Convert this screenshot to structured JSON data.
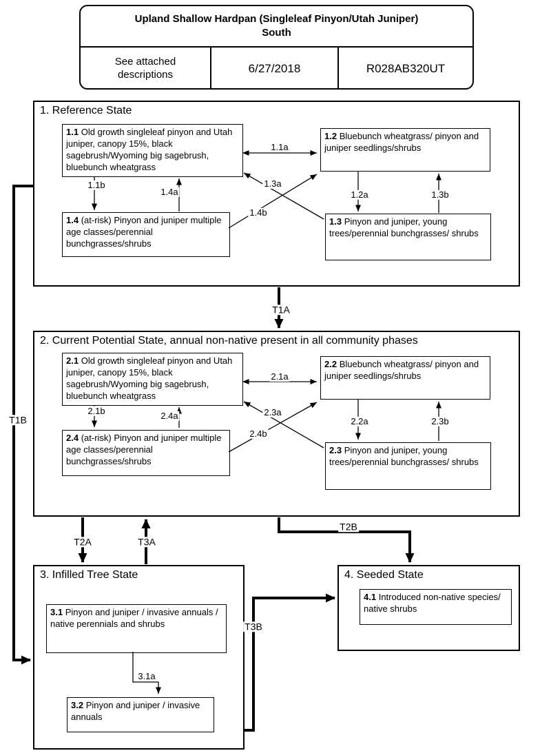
{
  "header": {
    "title_line1": "Upland Shallow Hardpan (Singleleaf Pinyon/Utah Juniper)",
    "title_line2": "South",
    "description_cell": "See attached descriptions",
    "date": "6/27/2018",
    "site_code": "R028AB320UT"
  },
  "states": {
    "s1": {
      "title": "1. Reference State",
      "nodes": {
        "n11": {
          "id": "1.1",
          "text": "Old growth singleleaf pinyon and Utah juniper, canopy 15%, black sagebrush/Wyoming big sagebrush, bluebunch wheatgrass"
        },
        "n12": {
          "id": "1.2",
          "text": "Bluebunch wheatgrass/ pinyon and juniper seedlings/shrubs"
        },
        "n13": {
          "id": "1.3",
          "text": "Pinyon and juniper, young trees/perennial bunchgrasses/ shrubs"
        },
        "n14": {
          "id": "1.4",
          "text": "(at-risk) Pinyon and juniper multiple age classes/perennial bunchgrasses/shrubs"
        }
      },
      "pathways": {
        "p11a": "1.1a",
        "p11b": "1.1b",
        "p12a": "1.2a",
        "p13a": "1.3a",
        "p13b": "1.3b",
        "p14a": "1.4a",
        "p14b": "1.4b"
      }
    },
    "s2": {
      "title": "2. Current Potential State, annual non-native present in all community phases",
      "nodes": {
        "n21": {
          "id": "2.1",
          "text": "Old growth singleleaf pinyon and Utah juniper, canopy 15%, black sagebrush/Wyoming big sagebrush, bluebunch wheatgrass"
        },
        "n22": {
          "id": "2.2",
          "text": "Bluebunch wheatgrass/ pinyon and juniper seedlings/shrubs"
        },
        "n23": {
          "id": "2.3",
          "text": "Pinyon and juniper, young trees/perennial bunchgrasses/ shrubs"
        },
        "n24": {
          "id": "2.4",
          "text": "(at-risk) Pinyon and juniper multiple age classes/perennial bunchgrasses/shrubs"
        }
      },
      "pathways": {
        "p21a": "2.1a",
        "p21b": "2.1b",
        "p22a": "2.2a",
        "p23a": "2.3a",
        "p23b": "2.3b",
        "p24a": "2.4a",
        "p24b": "2.4b"
      }
    },
    "s3": {
      "title": "3. Infilled Tree State",
      "nodes": {
        "n31": {
          "id": "3.1",
          "text": "Pinyon and juniper / invasive annuals / native perennials and shrubs"
        },
        "n32": {
          "id": "3.2",
          "text": "Pinyon and juniper / invasive annuals"
        }
      },
      "pathways": {
        "p31a": "3.1a"
      }
    },
    "s4": {
      "title": "4. Seeded State",
      "nodes": {
        "n41": {
          "id": "4.1",
          "text": "Introduced non-native species/ native shrubs"
        }
      }
    }
  },
  "transitions": {
    "t1a": "T1A",
    "t1b": "T1B",
    "t2a": "T2A",
    "t2b": "T2B",
    "t3a": "T3A",
    "t3b": "T3B"
  },
  "colors": {
    "line": "#000000",
    "background": "#ffffff"
  }
}
